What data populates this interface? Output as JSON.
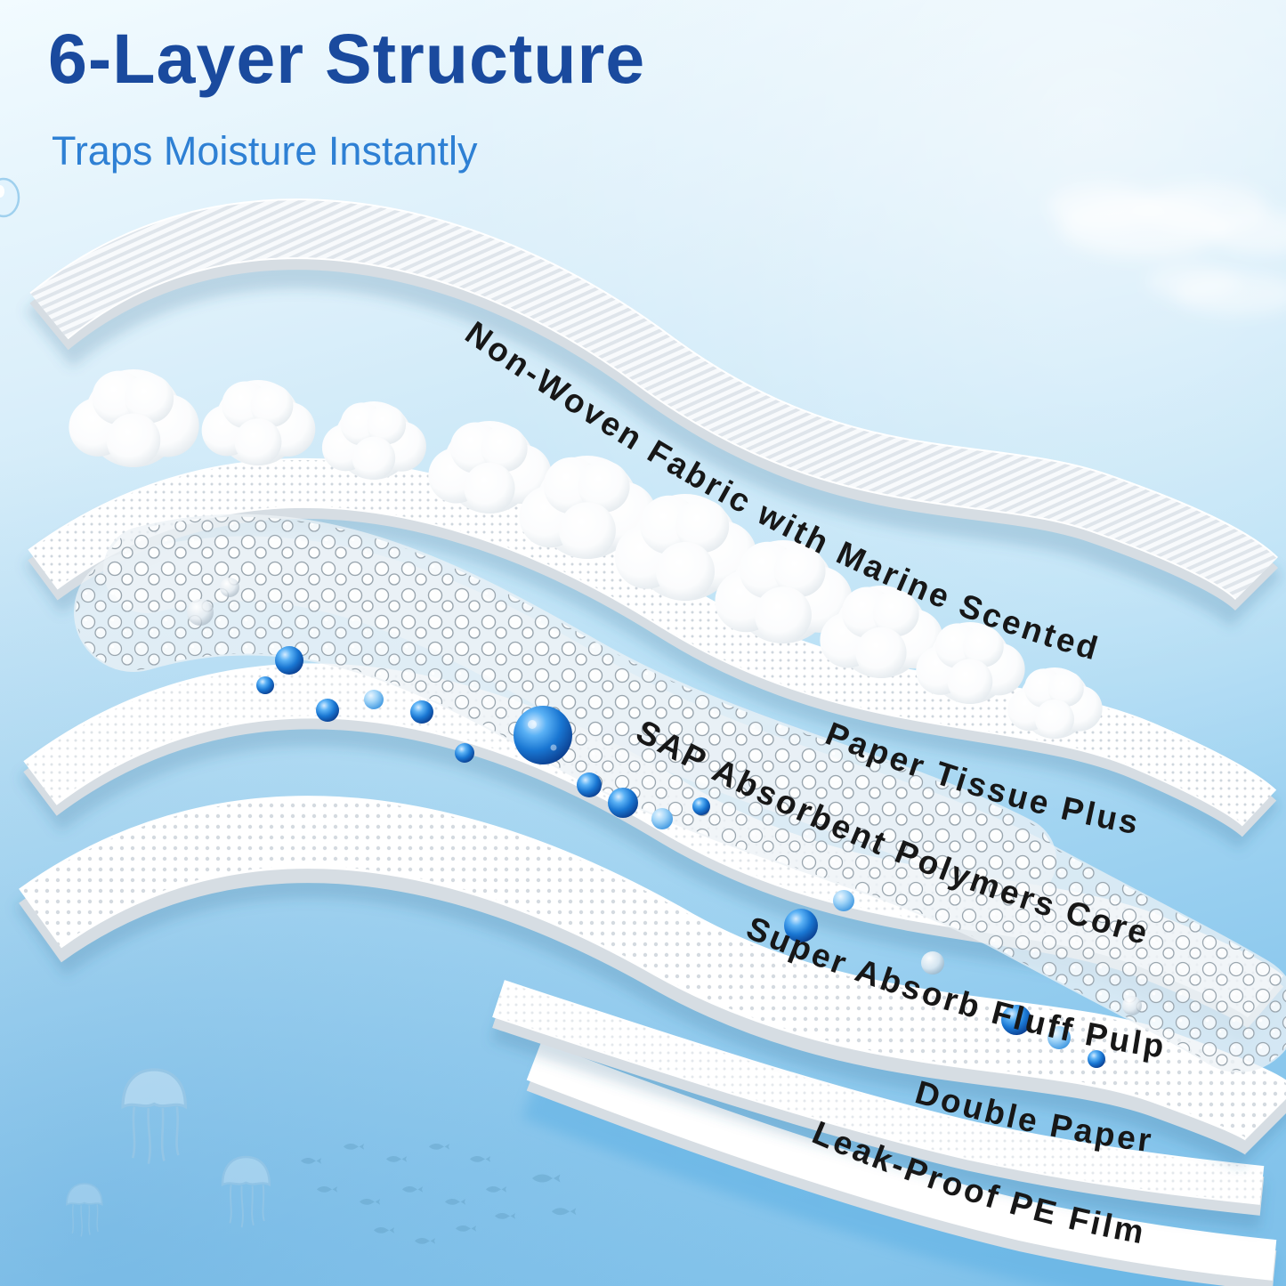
{
  "header": {
    "title": "6-Layer Structure",
    "subtitle": "Traps Moisture Instantly"
  },
  "layers": [
    {
      "label": "Non-Woven Fabric with Marine Scented"
    },
    {
      "label": "Paper Tissue Plus"
    },
    {
      "label": "SAP Absorbent Polymers Core"
    },
    {
      "label": "Super Absorb Fluff Pulp"
    },
    {
      "label": "Double Paper"
    },
    {
      "label": "Leak-Proof PE Film"
    }
  ],
  "colors": {
    "title": "#1a4a9e",
    "subtitle": "#2e80d4",
    "label_text": "#171717",
    "bead_blue": "#1565c0",
    "background_top": "#f2fbff",
    "background_bottom": "#7cbfe9"
  },
  "decorations": [
    "water-droplet",
    "clouds",
    "fluff-puffs",
    "sap-beads",
    "jellyfish",
    "fish-school"
  ]
}
